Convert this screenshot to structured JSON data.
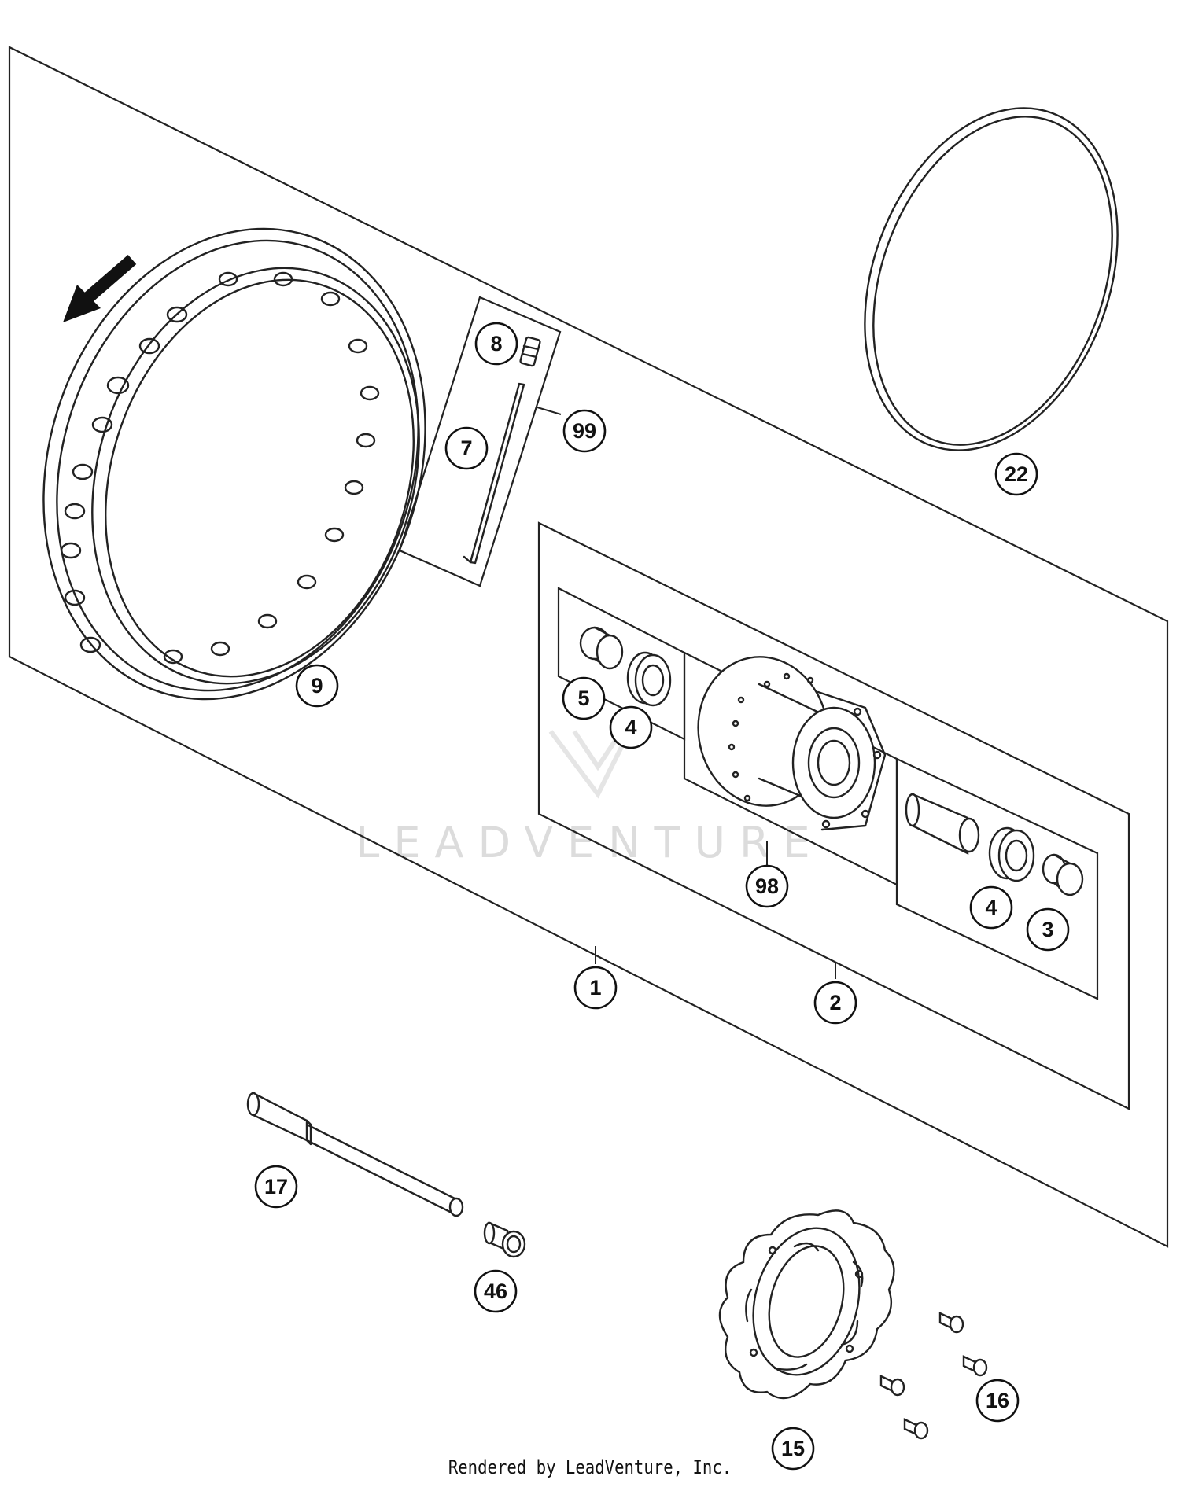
{
  "diagram": {
    "callouts": {
      "c1": "1",
      "c2": "2",
      "c3": "3",
      "c4a": "4",
      "c4b": "4",
      "c5": "5",
      "c7": "7",
      "c8": "8",
      "c9": "9",
      "c15": "15",
      "c16": "16",
      "c17": "17",
      "c22": "22",
      "c46": "46",
      "c98": "98",
      "c99": "99"
    },
    "watermark": "LEADVENTURE"
  },
  "footer": {
    "credit": "Rendered by LeadVenture, Inc."
  },
  "colors": {
    "line": "#222222",
    "background": "#ffffff",
    "watermark": "#d9d9d9"
  }
}
